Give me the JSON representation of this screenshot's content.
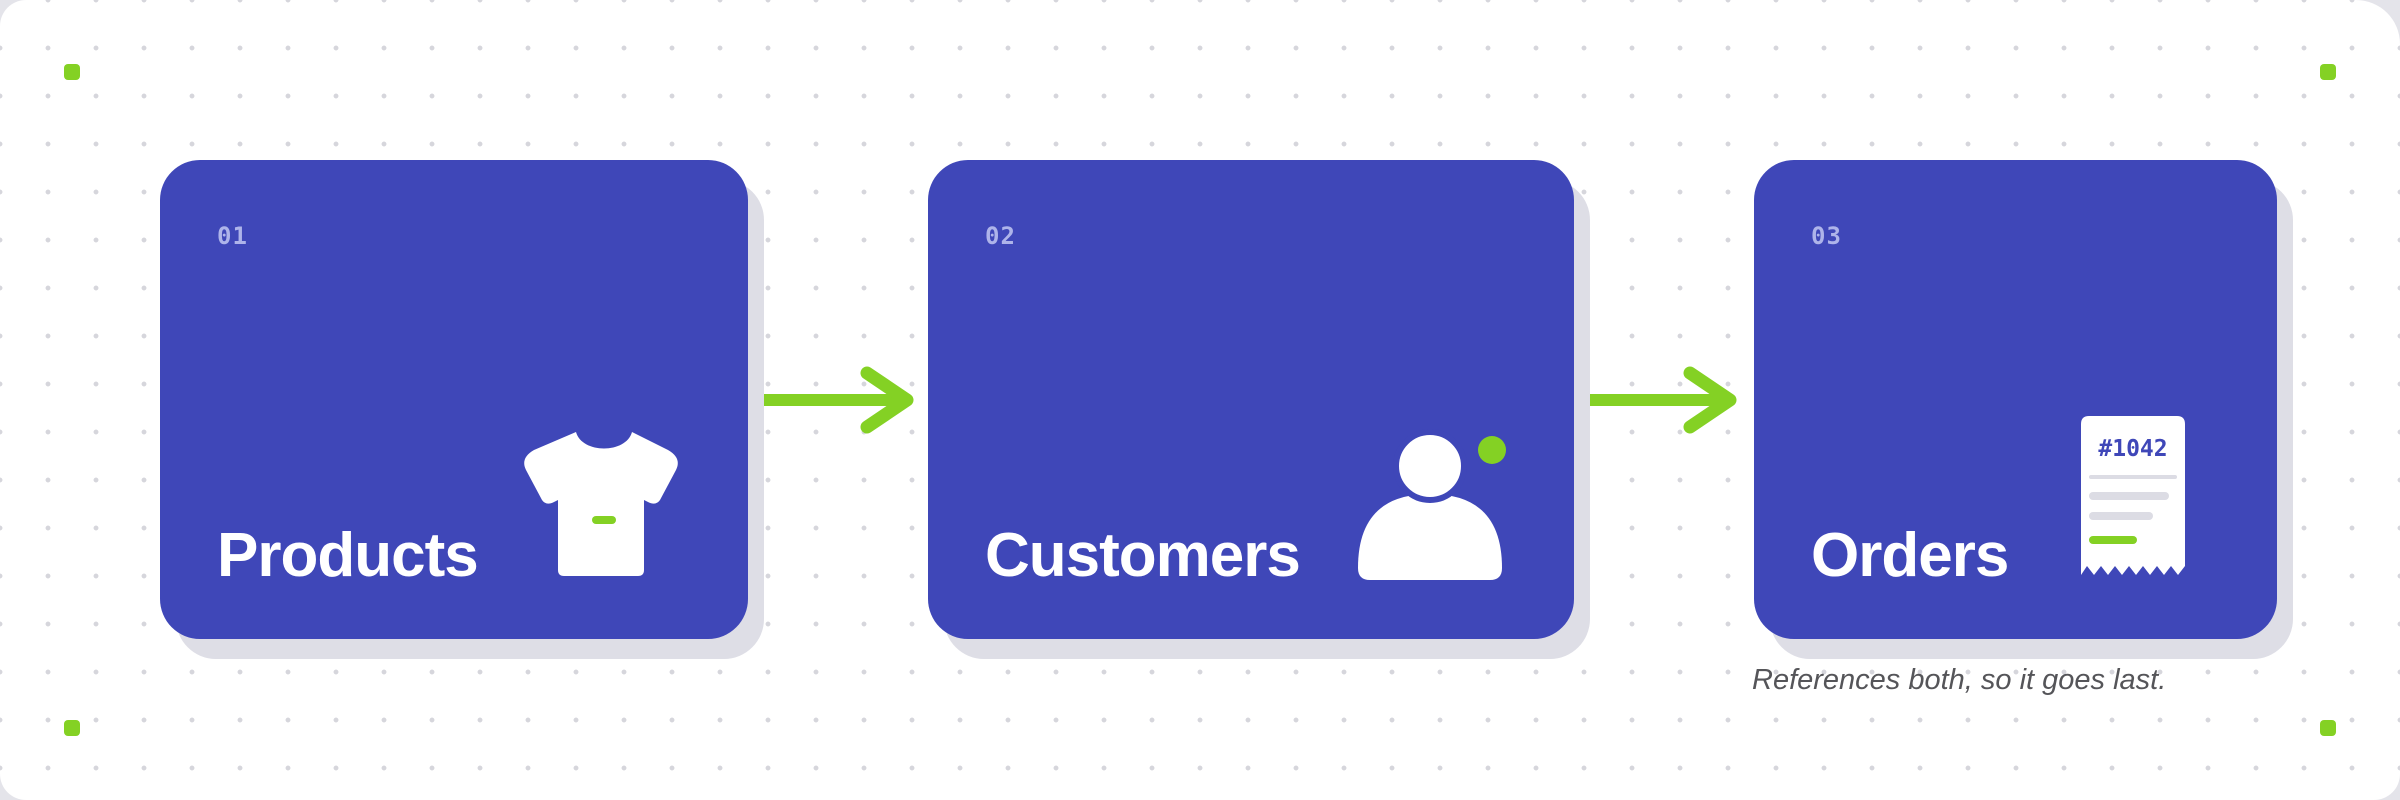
{
  "theme": {
    "card_color": "#3F47B8",
    "shadow_color": "#DEDEE6",
    "accent_green": "#84D124",
    "number_color": "#AEB4EA",
    "caption_color": "#555559"
  },
  "corner_marks": [
    "top-left",
    "top-right",
    "bottom-left",
    "bottom-right"
  ],
  "steps": [
    {
      "number": "01",
      "title": "Products",
      "icon": "t-shirt-icon"
    },
    {
      "number": "02",
      "title": "Customers",
      "icon": "person-icon"
    },
    {
      "number": "03",
      "title": "Orders",
      "icon": "receipt-icon",
      "receipt_number": "#1042"
    }
  ],
  "connectors": [
    {
      "from": "Products",
      "to": "Customers",
      "icon": "arrow-right-icon"
    },
    {
      "from": "Customers",
      "to": "Orders",
      "icon": "arrow-right-icon"
    }
  ],
  "caption": "References both, so it goes last."
}
